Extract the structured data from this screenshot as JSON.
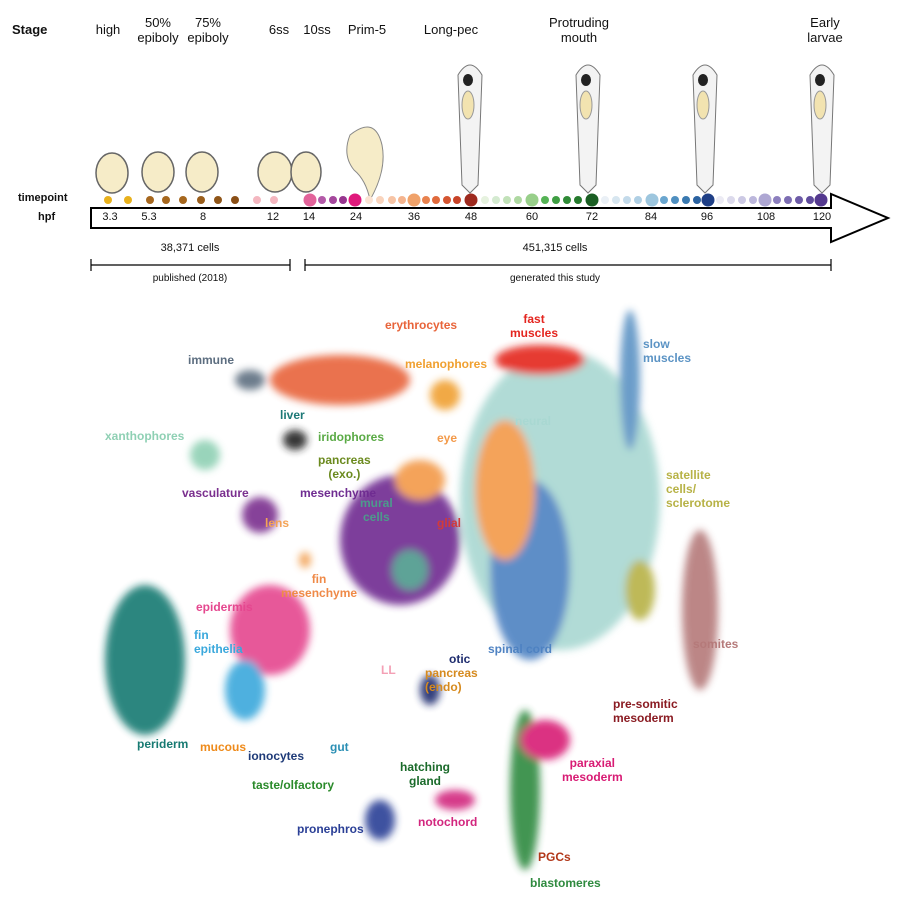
{
  "row_labels": {
    "stage": "Stage",
    "timepoint": "timepoint",
    "hpf": "hpf"
  },
  "stages": [
    "high",
    "50%\nepiboly",
    "75%\nepiboly",
    "6ss",
    "10ss",
    "Prim-5",
    "Long-pec",
    "Protruding\nmouth",
    "Early\nlarvae"
  ],
  "hpf_ticks": [
    "3.3",
    "5.3",
    "8",
    "12",
    "14",
    "24",
    "36",
    "48",
    "60",
    "72",
    "84",
    "96",
    "108",
    "120"
  ],
  "timepoint_colors": [
    "#e8b11c",
    "#e8b11c",
    "#a6671e",
    "#a6671e",
    "#a6671e",
    "#9a5e1c",
    "#8f5518",
    "#8a4f16",
    "#f4b7c0",
    "#f4b7c0",
    "#e2639a",
    "#b35aa8",
    "#a4479c",
    "#97358f",
    "#e0197c",
    "#fbe3d3",
    "#f9d4bd",
    "#f7c4a5",
    "#f5b48e",
    "#f0a26a",
    "#e8824e",
    "#e06a3c",
    "#d45531",
    "#c84328",
    "#9e2a1f",
    "#e6f2df",
    "#d4ead0",
    "#c1e1b8",
    "#aed8a1",
    "#98cf8a",
    "#55b355",
    "#3f9e43",
    "#2f8a36",
    "#257a2d",
    "#1a5e23",
    "#eaf0f6",
    "#d7e6f0",
    "#c3daea",
    "#afcfe4",
    "#9dc6de",
    "#6aa6cf",
    "#4f8fc0",
    "#3a79b0",
    "#2b62a0",
    "#1f3f86",
    "#ecebf4",
    "#dcdaec",
    "#ccc9e4",
    "#bcb7dc",
    "#aea7d3",
    "#8c7fbe",
    "#7c6db2",
    "#6d5ba7",
    "#5f4b9c",
    "#54398f"
  ],
  "cells": {
    "published_count": "38,371 cells",
    "published_label": "published (2018)",
    "study_count": "451,315 cells",
    "study_label": "generated this study"
  },
  "clusters": [
    {
      "name": "erythrocytes",
      "color": "#e8643a"
    },
    {
      "name": "fast\nmuscles",
      "color": "#e4251f"
    },
    {
      "name": "slow\nmuscles",
      "color": "#5b93c4"
    },
    {
      "name": "immune",
      "color": "#5d6e80"
    },
    {
      "name": "melanophores",
      "color": "#f0a030"
    },
    {
      "name": "liver",
      "color": "#1c7876"
    },
    {
      "name": "iridophores",
      "color": "#5aaa45"
    },
    {
      "name": "neural",
      "color": "#a9d8d2"
    },
    {
      "name": "xanthophores",
      "color": "#8fd0b4"
    },
    {
      "name": "eye",
      "color": "#f39a4a"
    },
    {
      "name": "pancreas\n(exo.)",
      "color": "#6b8a1e"
    },
    {
      "name": "satellite\ncells/\nsclerotome",
      "color": "#b7b246"
    },
    {
      "name": "vasculature",
      "color": "#7a2f8e"
    },
    {
      "name": "mesenchyme",
      "color": "#6f2c91"
    },
    {
      "name": "mural\ncells",
      "color": "#4d9a8c"
    },
    {
      "name": "glial",
      "color": "#d23a3a"
    },
    {
      "name": "lens",
      "color": "#f3a356"
    },
    {
      "name": "fin\nmesenchyme",
      "color": "#ef8a48"
    },
    {
      "name": "epidermis",
      "color": "#e5478f"
    },
    {
      "name": "somites",
      "color": "#b57a7a"
    },
    {
      "name": "fin\nepithelia",
      "color": "#3aa8dc"
    },
    {
      "name": "spinal cord",
      "color": "#4e82c2"
    },
    {
      "name": "otic",
      "color": "#1e2c6e"
    },
    {
      "name": "LL",
      "color": "#f4a0b5"
    },
    {
      "name": "pancreas\n(endo)",
      "color": "#d68a1e"
    },
    {
      "name": "periderm",
      "color": "#177a72"
    },
    {
      "name": "pre-somitic\nmesoderm",
      "color": "#8a1b22"
    },
    {
      "name": "mucous",
      "color": "#ee8a1a"
    },
    {
      "name": "ionocytes",
      "color": "#1e3a78"
    },
    {
      "name": "gut",
      "color": "#2a8fb4"
    },
    {
      "name": "hatching\ngland",
      "color": "#1a6a2a"
    },
    {
      "name": "paraxial\nmesoderm",
      "color": "#d81b74"
    },
    {
      "name": "taste/olfactory",
      "color": "#2a8a2a"
    },
    {
      "name": "pronephros",
      "color": "#2a3f96"
    },
    {
      "name": "notochord",
      "color": "#d2267e"
    },
    {
      "name": "PGCs",
      "color": "#b2381a"
    },
    {
      "name": "blastomeres",
      "color": "#2f8a3f"
    }
  ]
}
